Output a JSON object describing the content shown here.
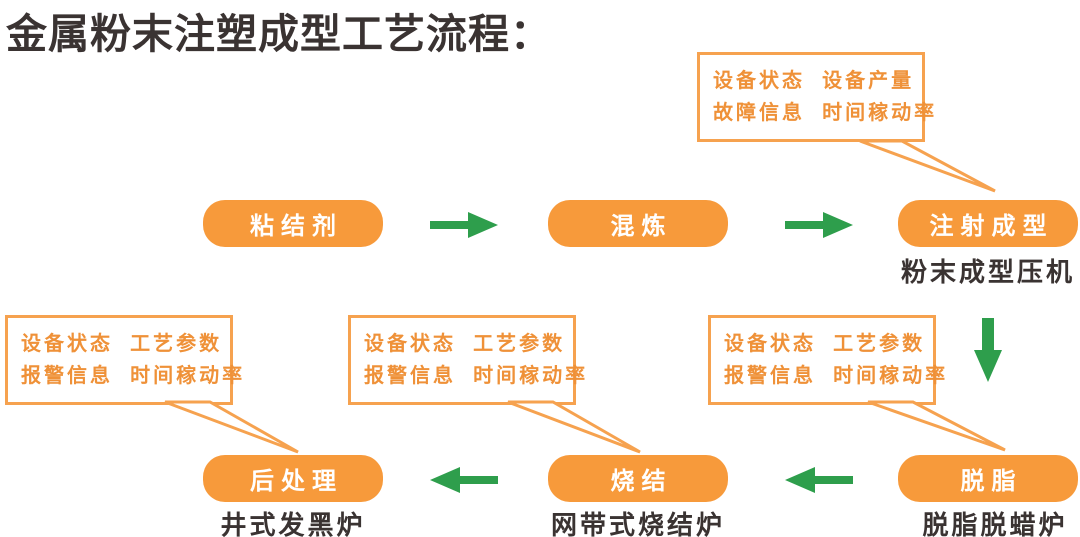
{
  "title": "金属粉末注塑成型工艺流程：",
  "colors": {
    "box_orange": "#f79a3b",
    "callout_border_orange": "#f6a24f",
    "callout_text_orange": "#ef9138",
    "arrow_green": "#2e9e4c",
    "text_dark": "#3a3332",
    "background": "#ffffff"
  },
  "flow": {
    "row1": [
      {
        "label": "粘结剂"
      },
      {
        "label": "混炼"
      },
      {
        "label": "注射成型",
        "machine": "粉末成型压机"
      }
    ],
    "row2": [
      {
        "label": "后处理",
        "machine": "井式发黑炉"
      },
      {
        "label": "烧结",
        "machine": "网带式烧结炉"
      },
      {
        "label": "脱脂",
        "machine": "脱脂脱蜡炉"
      }
    ]
  },
  "callouts": {
    "top": {
      "line1": "设备状态  设备产量",
      "line2": "故障信息  时间稼动率"
    },
    "left": {
      "line1": "设备状态  工艺参数",
      "line2": "报警信息  时间稼动率"
    },
    "middle": {
      "line1": "设备状态  工艺参数",
      "line2": "报警信息  时间稼动率"
    },
    "right": {
      "line1": "设备状态  工艺参数",
      "line2": "报警信息  时间稼动率"
    }
  },
  "icons": {
    "arrow_right": "arrow-right-icon",
    "arrow_left": "arrow-left-icon",
    "arrow_down": "arrow-down-icon",
    "callout_tail": "callout-tail-icon"
  }
}
